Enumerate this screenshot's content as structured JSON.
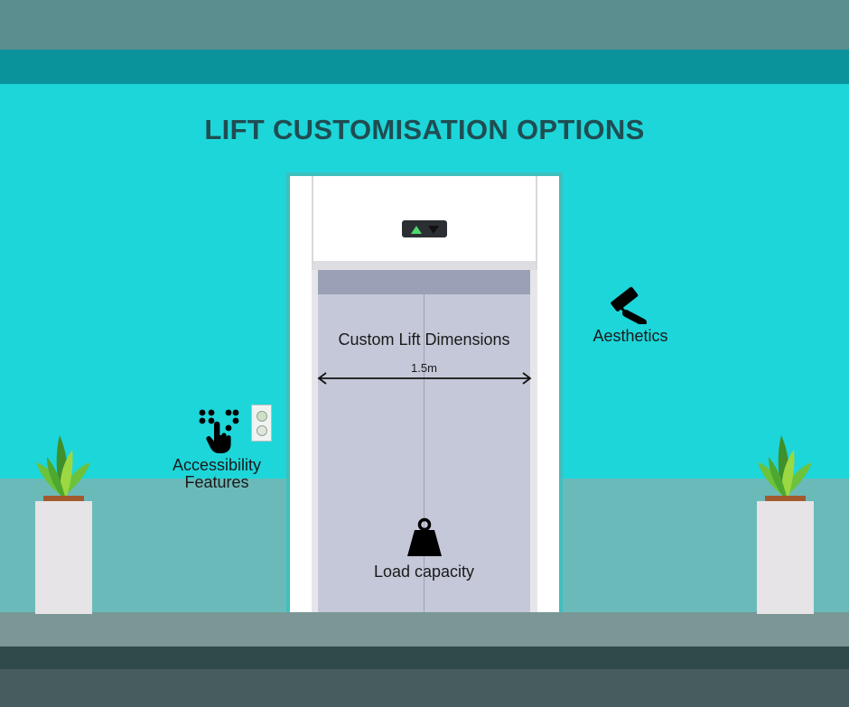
{
  "title": "LIFT CUSTOMISATION OPTIONS",
  "lift": {
    "indicator": {
      "up_icon": "arrow-up-icon",
      "down_icon": "arrow-down-icon"
    },
    "dimensions_label": "Custom Lift Dimensions",
    "width_label": "1.5m",
    "load_label": "Load capacity"
  },
  "features": {
    "aesthetics_label": "Aesthetics",
    "accessibility_label": "Accessibility Features",
    "icons": [
      "paint-roller-icon",
      "braille-touch-icon",
      "call-button-panel",
      "weight-icon"
    ]
  },
  "colors": {
    "wall": "#1dd6d9",
    "title": "#1f4d52",
    "indicator_up": "#4fd96b",
    "door": "#c4c8d8"
  }
}
